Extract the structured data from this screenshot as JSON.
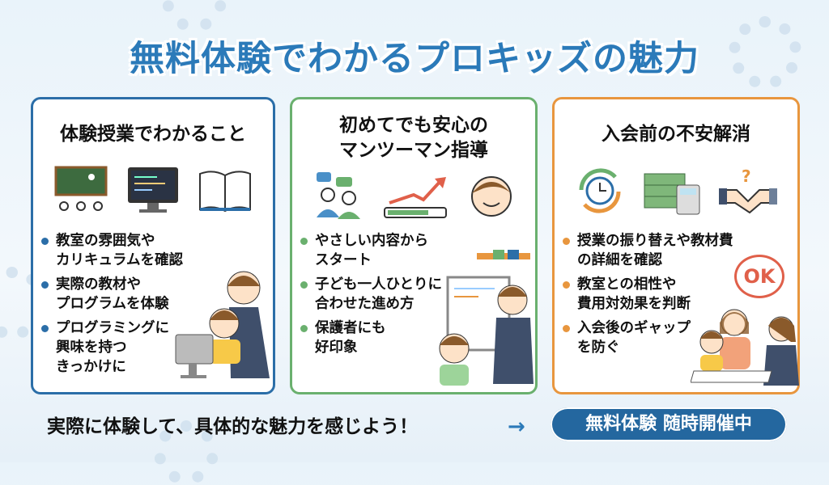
{
  "title": "無料体験でわかるプロキッズの魅力",
  "colors": {
    "blue": "#2b6ea8",
    "green": "#6ab06e",
    "orange": "#e8963e",
    "accent": "#2b7ab9"
  },
  "cards": [
    {
      "heading": "体験授業でわかること",
      "bullets": [
        "教室の雰囲気や\nカリキュラムを確認",
        "実際の教材や\nプログラムを体験",
        "プログラミングに\n興味を持つ\nきっかけに"
      ]
    },
    {
      "heading": "初めてでも安心の\nマンツーマン指導",
      "bullets": [
        "やさしい内容から\nスタート",
        "子ども一人ひとりに\n合わせた進め方",
        "保護者にも\n好印象"
      ]
    },
    {
      "heading": "入会前の不安解消",
      "bullets": [
        "授業の振り替えや教材費\nの詳細を確認",
        "教室との相性や\n費用対効果を判断",
        "入会後のギャップ\nを防ぐ"
      ],
      "ok_label": "OK"
    }
  ],
  "footer": {
    "message": "実際に体験して、具体的な魅力を感じよう！",
    "arrow": "→",
    "cta": "無料体験 随時開催中"
  }
}
